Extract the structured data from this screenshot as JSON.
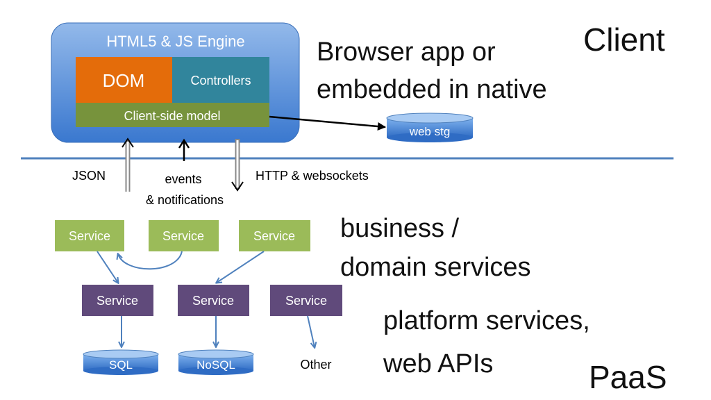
{
  "client": {
    "label": "Client",
    "engine_title": "HTML5 & JS Engine",
    "dom_label": "DOM",
    "controllers_label": "Controllers",
    "model_label": "Client-side model",
    "storage_label": "web stg",
    "description_line1": "Browser app or",
    "description_line2": "embedded in native"
  },
  "links": {
    "json_label": "JSON",
    "events_line1": "events",
    "events_line2": "& notifications",
    "http_label": "HTTP & websockets"
  },
  "business": {
    "services": [
      "Service",
      "Service",
      "Service"
    ],
    "description_line1": "business /",
    "description_line2": "domain services"
  },
  "platform": {
    "services": [
      "Service",
      "Service",
      "Service"
    ],
    "description_line1": "platform services,",
    "description_line2": "web APIs"
  },
  "stores": {
    "sql": "SQL",
    "nosql": "NoSQL",
    "other": "Other"
  },
  "paas_label": "PaaS",
  "colors": {
    "engine_blue": "#5b8fd6",
    "dom_orange": "#e46c0a",
    "controllers_teal": "#31859c",
    "model_green": "#77933c",
    "service_green": "#9bbb59",
    "service_purple": "#604a7b",
    "divider_blue": "#4f81bd",
    "arrow_blue": "#4f81bd",
    "cylinder_blue": "#3f7fd0"
  }
}
